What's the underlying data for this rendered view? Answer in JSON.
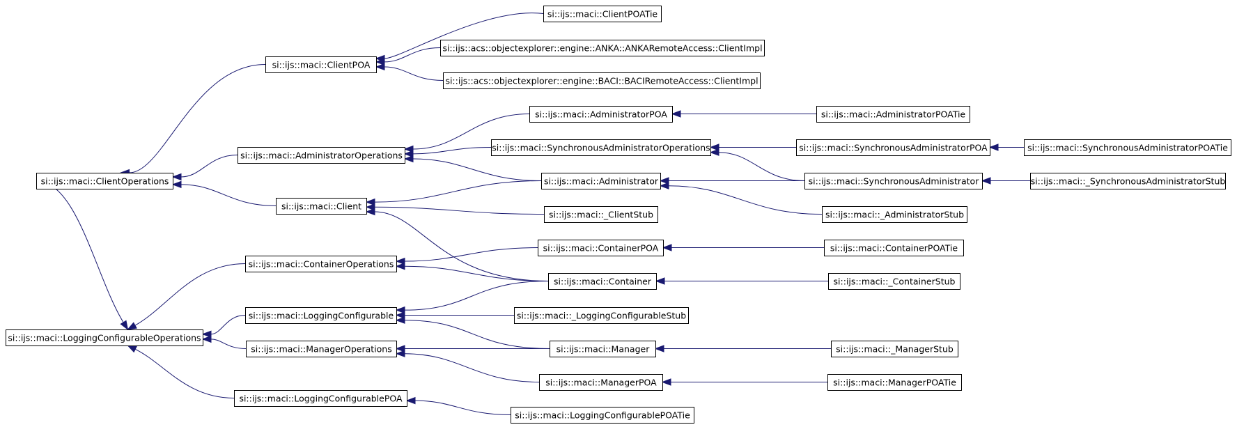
{
  "diagram": {
    "colors": {
      "edge": "#191970",
      "node_border": "#000000",
      "node_fill": "#ffffff",
      "text": "#000000",
      "background": "#ffffff"
    },
    "nodes": [
      {
        "id": "loggingconfigurableoperations",
        "label": "si::ijs::maci::LoggingConfigurableOperations"
      },
      {
        "id": "clientoperations",
        "label": "si::ijs::maci::ClientOperations"
      },
      {
        "id": "clientpoa",
        "label": "si::ijs::maci::ClientPOA"
      },
      {
        "id": "administratoroperations",
        "label": "si::ijs::maci::AdministratorOperations"
      },
      {
        "id": "client",
        "label": "si::ijs::maci::Client"
      },
      {
        "id": "containeroperations",
        "label": "si::ijs::maci::ContainerOperations"
      },
      {
        "id": "loggingconfigurable",
        "label": "si::ijs::maci::LoggingConfigurable"
      },
      {
        "id": "manageroperations",
        "label": "si::ijs::maci::ManagerOperations"
      },
      {
        "id": "loggingconfigurablepoa",
        "label": "si::ijs::maci::LoggingConfigurablePOA"
      },
      {
        "id": "clientpoatie",
        "label": "si::ijs::maci::ClientPOATie"
      },
      {
        "id": "anka-clientimpl",
        "label": "si::ijs::acs::objectexplorer::engine::ANKA::ANKARemoteAccess::ClientImpl"
      },
      {
        "id": "baci-clientimpl",
        "label": "si::ijs::acs::objectexplorer::engine::BACI::BACIRemoteAccess::ClientImpl"
      },
      {
        "id": "administratorpoa",
        "label": "si::ijs::maci::AdministratorPOA"
      },
      {
        "id": "synchronousadministratoroperations",
        "label": "si::ijs::maci::SynchronousAdministratorOperations"
      },
      {
        "id": "administrator",
        "label": "si::ijs::maci::Administrator"
      },
      {
        "id": "clientstub",
        "label": "si::ijs::maci::_ClientStub"
      },
      {
        "id": "containerpoa",
        "label": "si::ijs::maci::ContainerPOA"
      },
      {
        "id": "container",
        "label": "si::ijs::maci::Container"
      },
      {
        "id": "loggingconfigurablestub",
        "label": "si::ijs::maci::_LoggingConfigurableStub"
      },
      {
        "id": "manager",
        "label": "si::ijs::maci::Manager"
      },
      {
        "id": "managerpoa",
        "label": "si::ijs::maci::ManagerPOA"
      },
      {
        "id": "loggingconfigurablepoatie",
        "label": "si::ijs::maci::LoggingConfigurablePOATie"
      },
      {
        "id": "administratorpoatie",
        "label": "si::ijs::maci::AdministratorPOATie"
      },
      {
        "id": "synchronousadministratorpoa",
        "label": "si::ijs::maci::SynchronousAdministratorPOA"
      },
      {
        "id": "synchronousadministrator",
        "label": "si::ijs::maci::SynchronousAdministrator"
      },
      {
        "id": "administratorstub",
        "label": "si::ijs::maci::_AdministratorStub"
      },
      {
        "id": "containerpoatie",
        "label": "si::ijs::maci::ContainerPOATie"
      },
      {
        "id": "containerstub",
        "label": "si::ijs::maci::_ContainerStub"
      },
      {
        "id": "managerstub",
        "label": "si::ijs::maci::_ManagerStub"
      },
      {
        "id": "managerpoatie",
        "label": "si::ijs::maci::ManagerPOATie"
      },
      {
        "id": "synchronousadministratorpoatie",
        "label": "si::ijs::maci::SynchronousAdministratorPOATie"
      },
      {
        "id": "synchronousadministratorstub",
        "label": "si::ijs::maci::_SynchronousAdministratorStub"
      }
    ],
    "edges": [
      {
        "from": "clientoperations",
        "to": "loggingconfigurableoperations"
      },
      {
        "from": "containeroperations",
        "to": "loggingconfigurableoperations"
      },
      {
        "from": "loggingconfigurable",
        "to": "loggingconfigurableoperations"
      },
      {
        "from": "manageroperations",
        "to": "loggingconfigurableoperations"
      },
      {
        "from": "loggingconfigurablepoa",
        "to": "loggingconfigurableoperations"
      },
      {
        "from": "clientpoa",
        "to": "clientoperations"
      },
      {
        "from": "administratoroperations",
        "to": "clientoperations"
      },
      {
        "from": "client",
        "to": "clientoperations"
      },
      {
        "from": "clientpoatie",
        "to": "clientpoa"
      },
      {
        "from": "anka-clientimpl",
        "to": "clientpoa"
      },
      {
        "from": "baci-clientimpl",
        "to": "clientpoa"
      },
      {
        "from": "administratorpoa",
        "to": "administratoroperations"
      },
      {
        "from": "synchronousadministratoroperations",
        "to": "administratoroperations"
      },
      {
        "from": "administrator",
        "to": "administratoroperations"
      },
      {
        "from": "administrator",
        "to": "client"
      },
      {
        "from": "clientstub",
        "to": "client"
      },
      {
        "from": "container",
        "to": "client"
      },
      {
        "from": "containerpoa",
        "to": "containeroperations"
      },
      {
        "from": "container",
        "to": "containeroperations"
      },
      {
        "from": "container",
        "to": "loggingconfigurable"
      },
      {
        "from": "loggingconfigurablestub",
        "to": "loggingconfigurable"
      },
      {
        "from": "manager",
        "to": "loggingconfigurable"
      },
      {
        "from": "manager",
        "to": "manageroperations"
      },
      {
        "from": "managerpoa",
        "to": "manageroperations"
      },
      {
        "from": "loggingconfigurablepoatie",
        "to": "loggingconfigurablepoa"
      },
      {
        "from": "administratorpoatie",
        "to": "administratorpoa"
      },
      {
        "from": "synchronousadministratorpoa",
        "to": "synchronousadministratoroperations"
      },
      {
        "from": "synchronousadministrator",
        "to": "synchronousadministratoroperations"
      },
      {
        "from": "synchronousadministrator",
        "to": "administrator"
      },
      {
        "from": "administratorstub",
        "to": "administrator"
      },
      {
        "from": "containerpoatie",
        "to": "containerpoa"
      },
      {
        "from": "containerstub",
        "to": "container"
      },
      {
        "from": "managerstub",
        "to": "manager"
      },
      {
        "from": "managerpoatie",
        "to": "managerpoa"
      },
      {
        "from": "synchronousadministratorpoatie",
        "to": "synchronousadministratorpoa"
      },
      {
        "from": "synchronousadministratorstub",
        "to": "synchronousadministrator"
      }
    ]
  }
}
